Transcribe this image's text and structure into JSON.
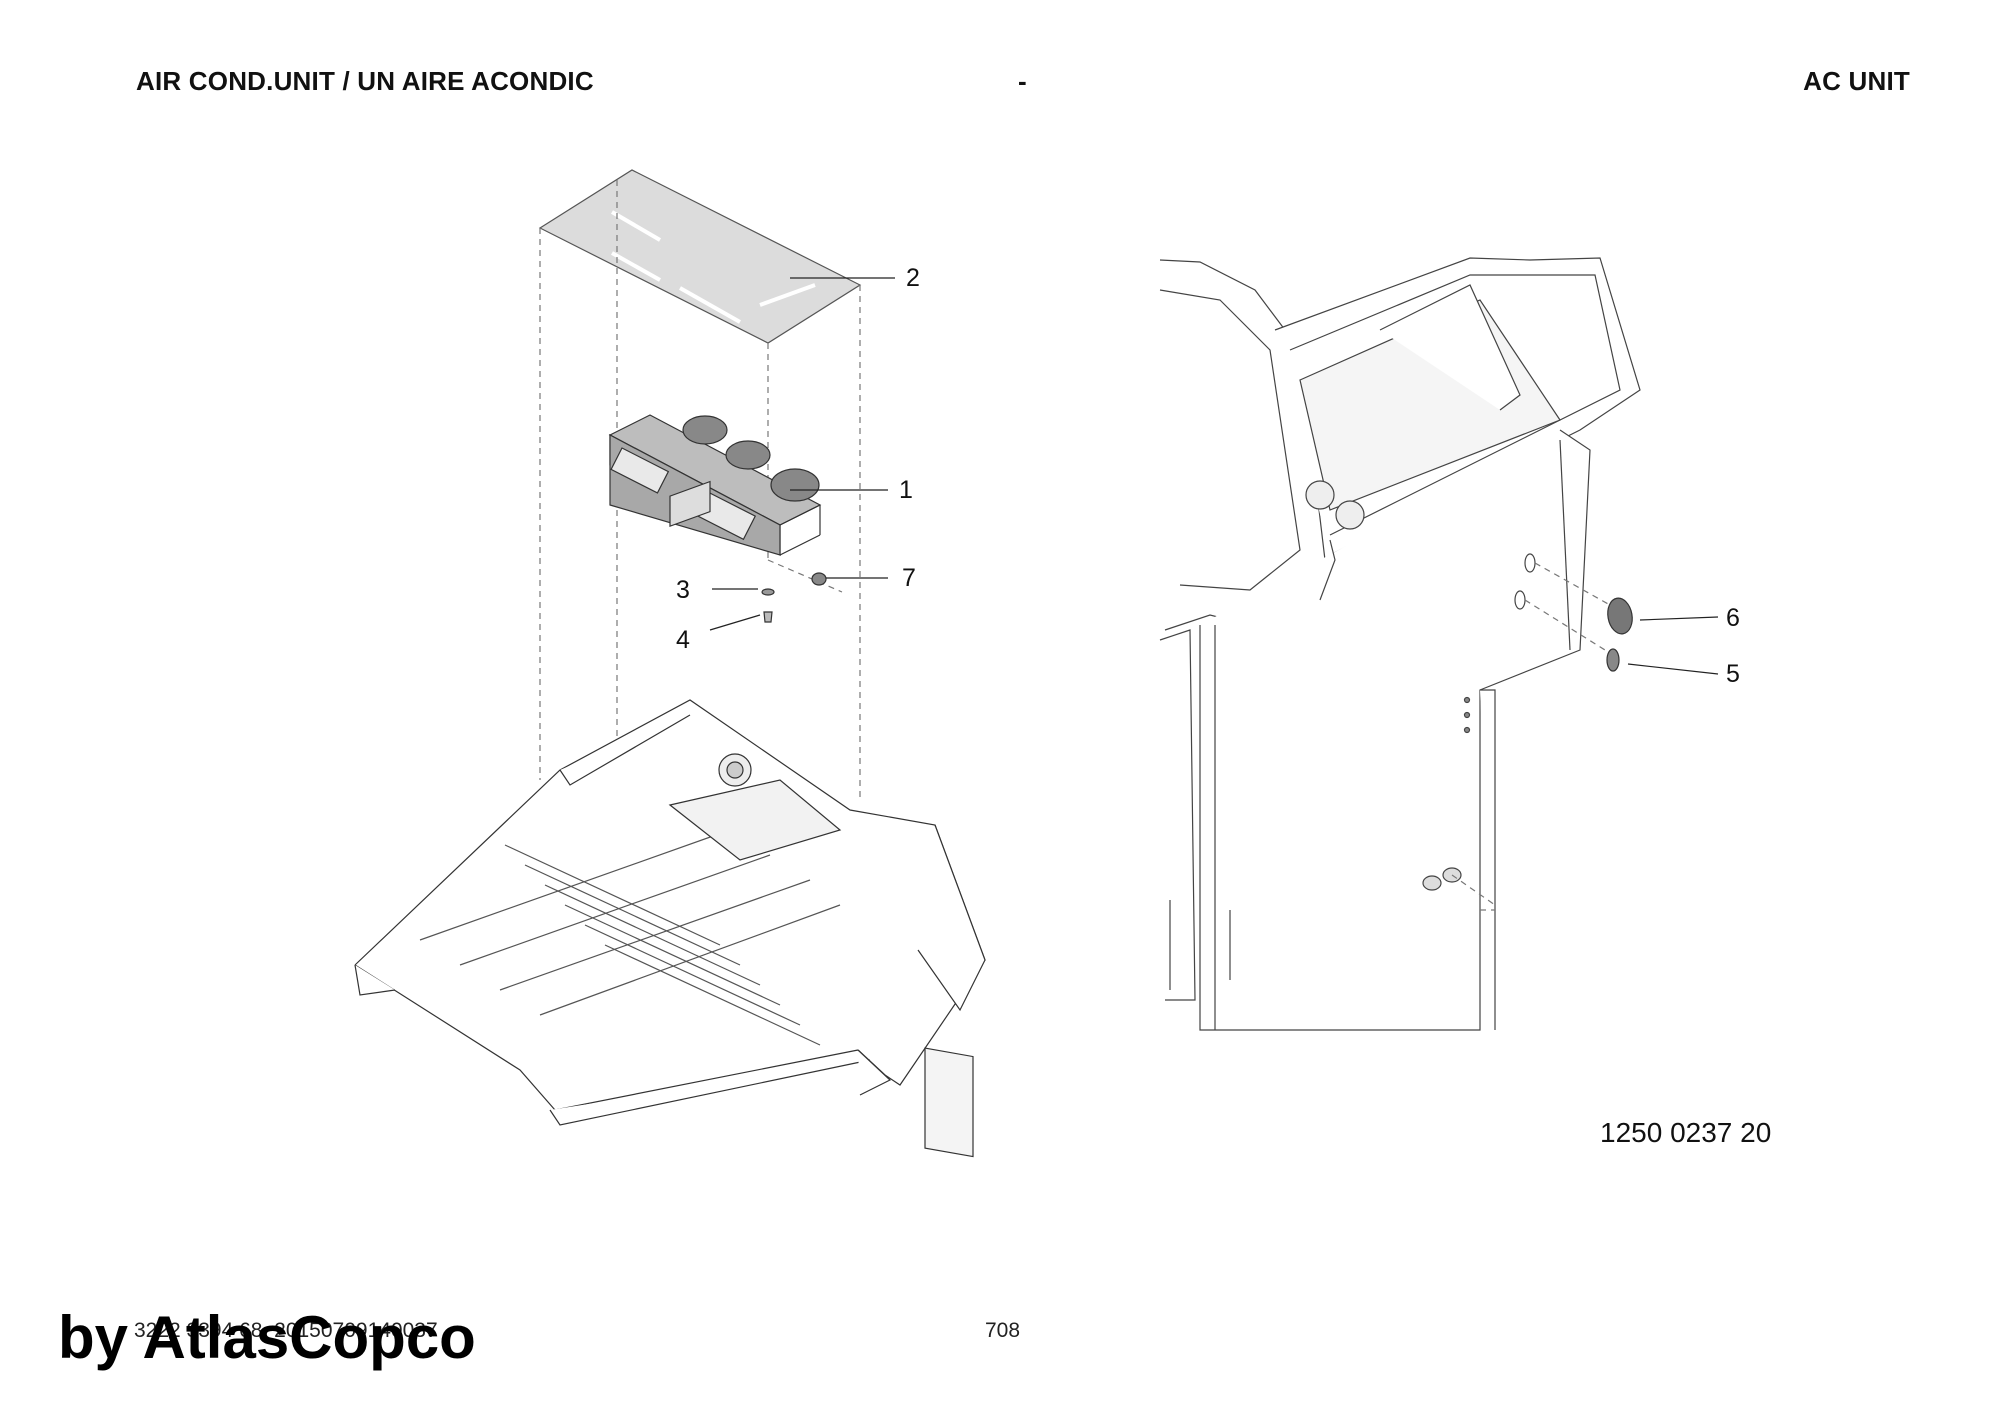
{
  "header": {
    "left_title": "AIR COND.UNIT / UN AIRE ACONDIC",
    "center_mark": "-",
    "right_title": "AC UNIT"
  },
  "callouts": {
    "c1": "1",
    "c2": "2",
    "c3": "3",
    "c4": "4",
    "c5": "5",
    "c6": "6",
    "c7": "7"
  },
  "drawing_number": "1250  0237 20",
  "footer": {
    "doc_id": "3222 3394 68_20150709140037",
    "page_number": "708",
    "watermark": "by AtlasCopco"
  }
}
